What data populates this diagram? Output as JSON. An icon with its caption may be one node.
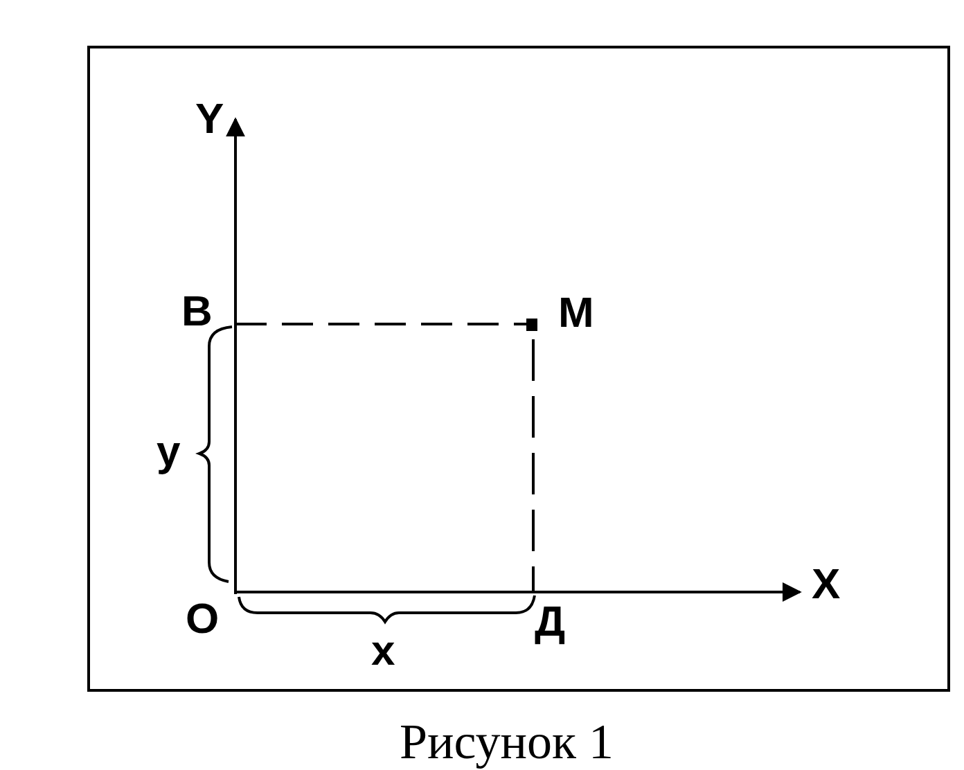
{
  "diagram": {
    "caption": "Рисунок 1",
    "labels": [
      "Y",
      "B",
      "M",
      "y",
      "X",
      "O",
      "Д",
      "x"
    ]
  }
}
